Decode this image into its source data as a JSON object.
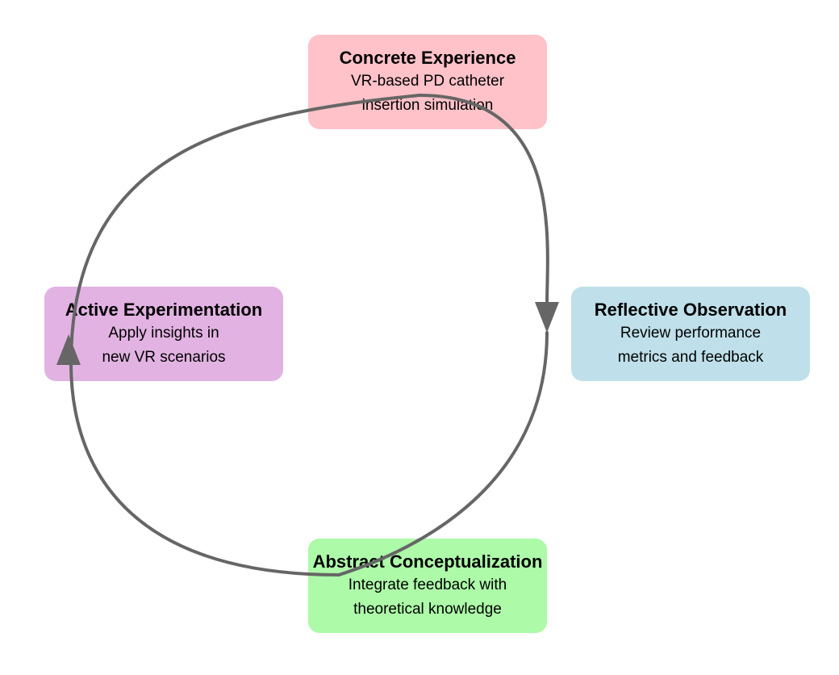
{
  "nodes": {
    "concrete_experience": {
      "title": "Concrete Experience",
      "line1": "VR-based PD catheter",
      "line2": "insertion simulation",
      "color": "#ffc2c9"
    },
    "reflective_observation": {
      "title": "Reflective Observation",
      "line1": "Review performance",
      "line2": "metrics and feedback",
      "color": "#bfe0ea"
    },
    "abstract_conceptualization": {
      "title": "Abstract Conceptualization",
      "line1": "Integrate feedback with",
      "line2": "theoretical knowledge",
      "color": "#adfaa9"
    },
    "active_experimentation": {
      "title": "Active Experimentation",
      "line1": "Apply insights in",
      "line2": "new VR scenarios",
      "color": "#e2b3e2"
    }
  },
  "colors": {
    "arrow": "#666666"
  }
}
